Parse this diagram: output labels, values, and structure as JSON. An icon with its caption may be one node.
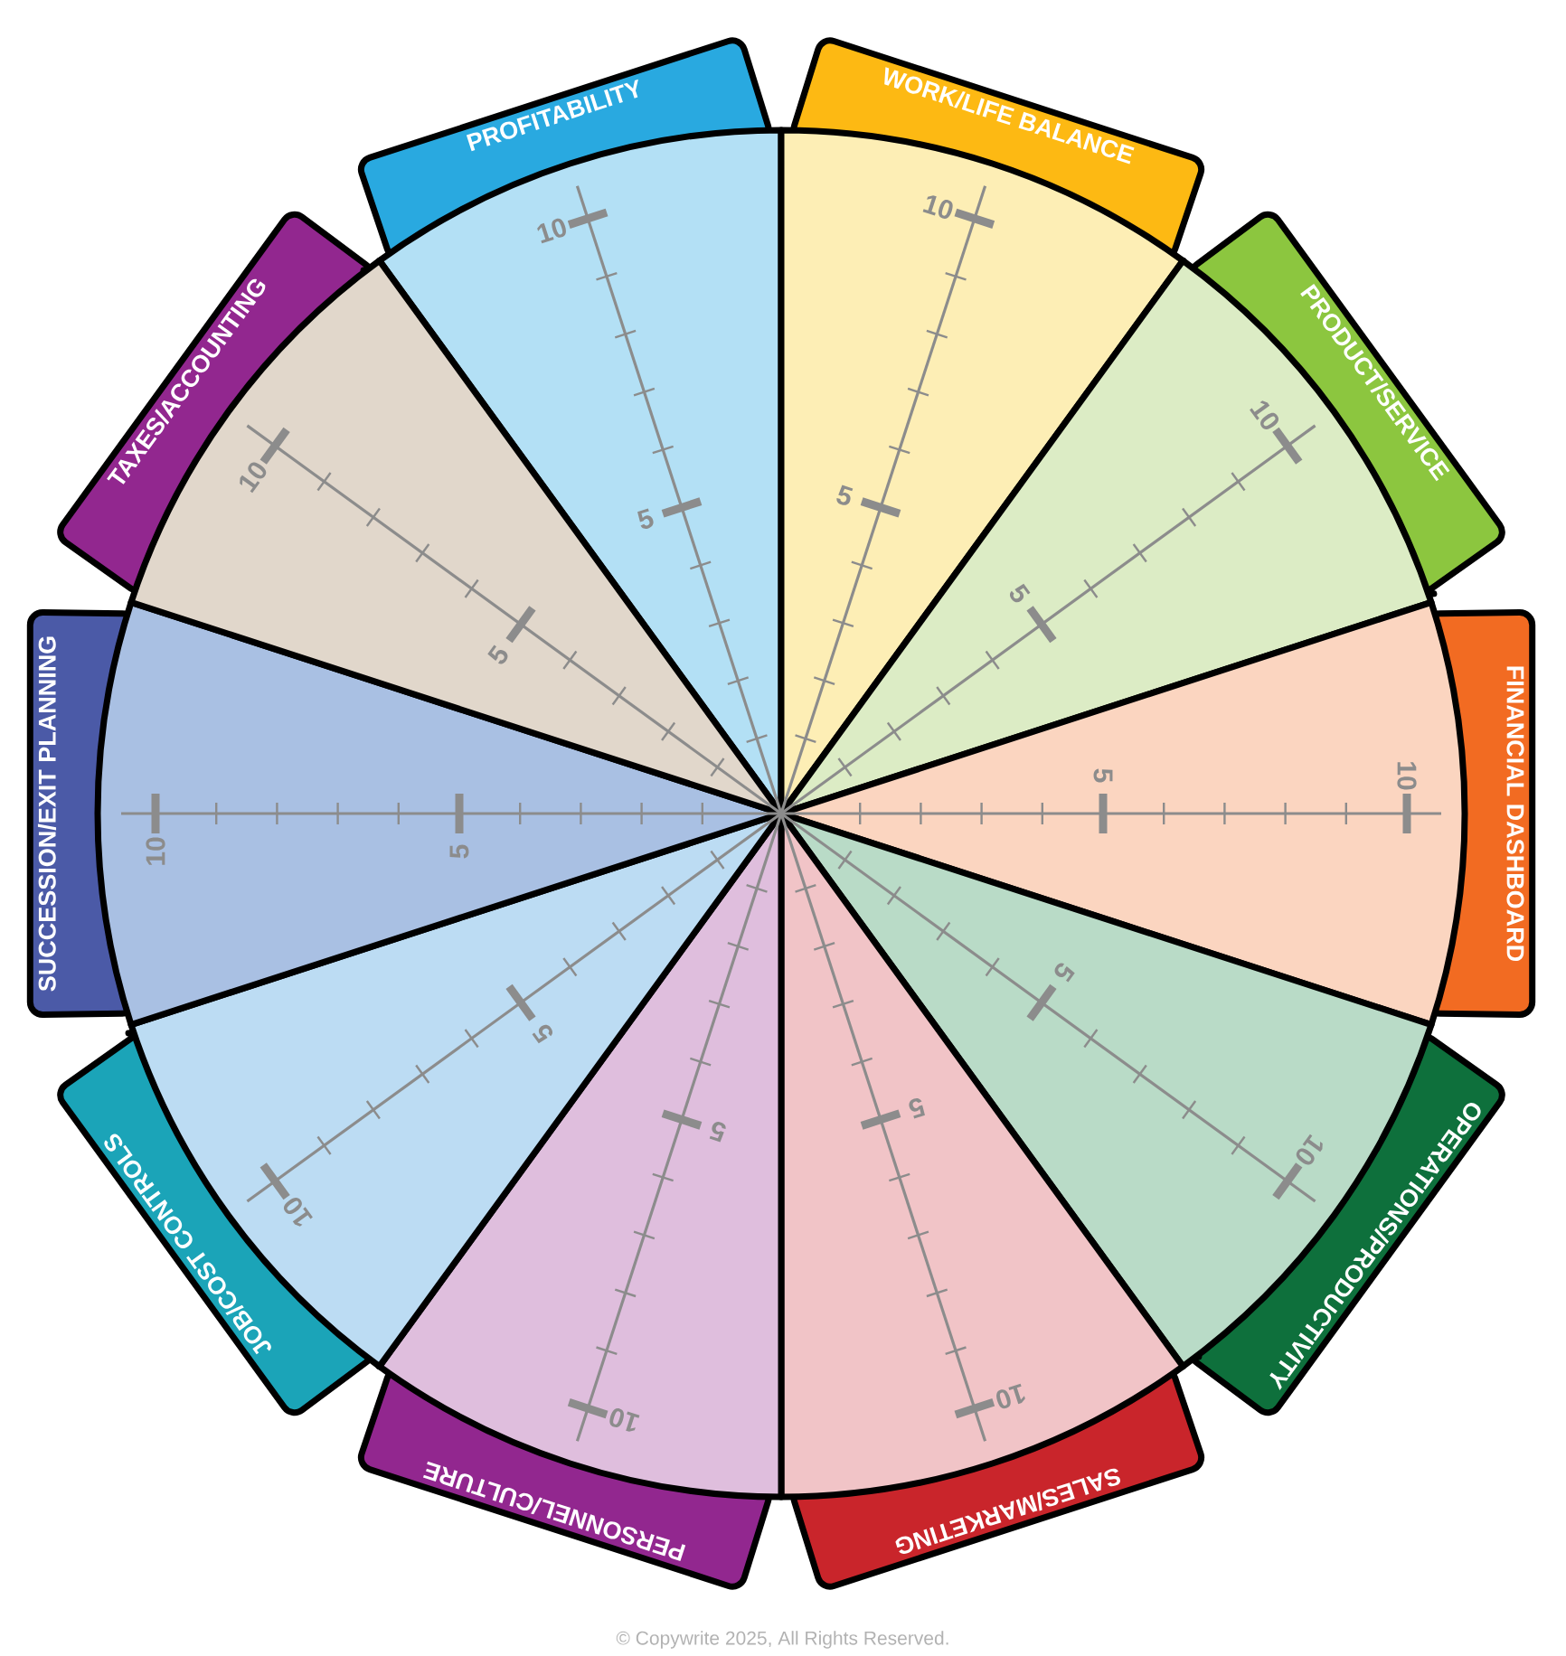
{
  "diagram": {
    "nodes": [
      {
        "text": [
          "PROFITABILITY"
        ]
      },
      {
        "text": [
          "WORK/LIFE BALANCE"
        ]
      },
      {
        "text": [
          "PRODUCT/SERVICE"
        ]
      },
      {
        "text": [
          "FINANCIAL DASHBOARD"
        ]
      },
      {
        "text": [
          "OPERATIONS/PRODUCTIVITY"
        ]
      },
      {
        "text": [
          "SALES/MARKETING"
        ]
      },
      {
        "text": [
          "PERSONNEL/CULTURE"
        ]
      },
      {
        "text": [
          "JOB/COST CONTROLS"
        ]
      },
      {
        "text": [
          "SUCCESSION/EXIT PLANNING"
        ]
      },
      {
        "text": [
          "TAXES/ACCOUNTING"
        ]
      }
    ],
    "labels": [
      "10",
      "5",
      "10",
      "5",
      "10",
      "5",
      "10",
      "5",
      "10",
      "5",
      "10",
      "5",
      "10",
      "5",
      "10",
      "5",
      "10",
      "5",
      "10",
      "5",
      "© Copywrite 2025, All Rights Reserved."
    ]
  }
}
